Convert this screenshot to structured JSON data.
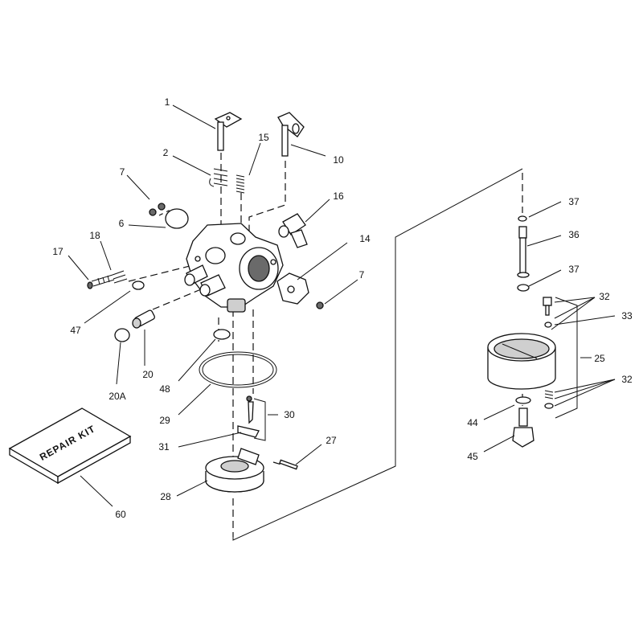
{
  "callouts": [
    {
      "id": "c1",
      "label": "1"
    },
    {
      "id": "c2",
      "label": "2"
    },
    {
      "id": "c7a",
      "label": "7"
    },
    {
      "id": "c6",
      "label": "6"
    },
    {
      "id": "c15",
      "label": "15"
    },
    {
      "id": "c10",
      "label": "10"
    },
    {
      "id": "c16",
      "label": "16"
    },
    {
      "id": "c18",
      "label": "18"
    },
    {
      "id": "c17",
      "label": "17"
    },
    {
      "id": "c14",
      "label": "14"
    },
    {
      "id": "c7b",
      "label": "7"
    },
    {
      "id": "c47",
      "label": "47"
    },
    {
      "id": "c20",
      "label": "20"
    },
    {
      "id": "c20A",
      "label": "20A"
    },
    {
      "id": "c48",
      "label": "48"
    },
    {
      "id": "c29",
      "label": "29"
    },
    {
      "id": "c30",
      "label": "30"
    },
    {
      "id": "c31",
      "label": "31"
    },
    {
      "id": "c27",
      "label": "27"
    },
    {
      "id": "c28",
      "label": "28"
    },
    {
      "id": "c60",
      "label": "60"
    },
    {
      "id": "c37a",
      "label": "37"
    },
    {
      "id": "c36",
      "label": "36"
    },
    {
      "id": "c37b",
      "label": "37"
    },
    {
      "id": "c32a",
      "label": "32"
    },
    {
      "id": "c33",
      "label": "33"
    },
    {
      "id": "c25",
      "label": "25"
    },
    {
      "id": "c32b",
      "label": "32"
    },
    {
      "id": "c44",
      "label": "44"
    },
    {
      "id": "c45",
      "label": "45"
    }
  ],
  "repair_kit": {
    "label": "REPAIR KIT"
  },
  "colors": {
    "ink": "#111111",
    "shade": "#cfcfcf",
    "dark": "#6a6a6a",
    "paper": "#ffffff"
  }
}
